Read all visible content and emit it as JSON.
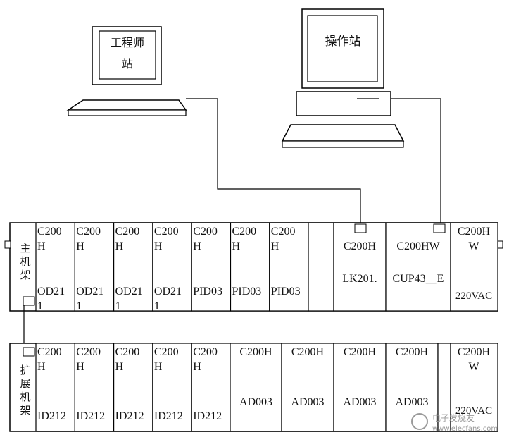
{
  "engineer_station": {
    "label_line1": "工程师",
    "label_line2": "站"
  },
  "operator_station": {
    "label": "操作站"
  },
  "main_rack": {
    "side_label": [
      "主",
      "机",
      "架"
    ],
    "modules": [
      {
        "top1": "C200",
        "top2": "H",
        "bottom1": "OD21",
        "bottom2": "1"
      },
      {
        "top1": "C200",
        "top2": "H",
        "bottom1": "OD21",
        "bottom2": "1"
      },
      {
        "top1": "C200",
        "top2": "H",
        "bottom1": "OD21",
        "bottom2": "1"
      },
      {
        "top1": "C200",
        "top2": "H",
        "bottom1": "OD21",
        "bottom2": "1"
      },
      {
        "top1": "C200",
        "top2": "H",
        "bottom1": "PID03",
        "bottom2": ""
      },
      {
        "top1": "C200",
        "top2": "H",
        "bottom1": "PID03",
        "bottom2": ""
      },
      {
        "top1": "C200",
        "top2": "H",
        "bottom1": "PID03",
        "bottom2": ""
      }
    ],
    "link_module": {
      "top": "C200H",
      "bottom": "LK201."
    },
    "cpu_module": {
      "top": "C200HW",
      "bottom": "CUP43＿E"
    },
    "power_module": {
      "top1": "C200H",
      "top2": "W",
      "bottom": "220VAC"
    }
  },
  "expansion_rack": {
    "side_label": [
      "扩",
      "展",
      "机",
      "架"
    ],
    "modules": [
      {
        "top1": "C200",
        "top2": "H",
        "bottom": "ID212"
      },
      {
        "top1": "C200",
        "top2": "H",
        "bottom": "ID212"
      },
      {
        "top1": "C200",
        "top2": "H",
        "bottom": "ID212"
      },
      {
        "top1": "C200",
        "top2": "H",
        "bottom": "ID212"
      },
      {
        "top1": "C200",
        "top2": "H",
        "bottom": "ID212"
      }
    ],
    "ad_modules": [
      {
        "top": "C200H",
        "bottom": "AD003"
      },
      {
        "top": "C200H",
        "bottom": "AD003"
      },
      {
        "top": "C200H",
        "bottom": "AD003"
      },
      {
        "top": "C200H",
        "bottom": "AD003"
      }
    ],
    "power_module": {
      "top1": "C200H",
      "top2": "W",
      "bottom": "220VAC"
    }
  },
  "watermark": {
    "line1": "电子发烧友",
    "line2": "www.elecfans.com"
  }
}
